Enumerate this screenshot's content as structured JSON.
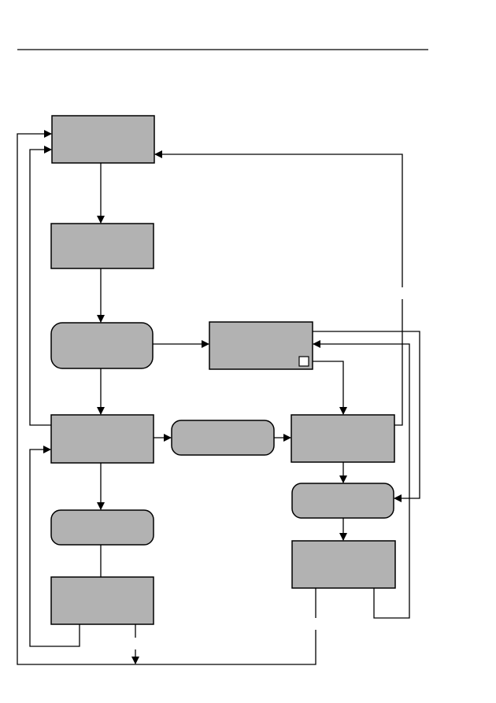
{
  "diagram": {
    "colors": {
      "box_fill": "#b2b2b2",
      "stroke": "#000000",
      "background": "#ffffff"
    },
    "nodes": [
      {
        "id": "box-1",
        "shape": "rect",
        "label": ""
      },
      {
        "id": "box-2",
        "shape": "rect",
        "label": ""
      },
      {
        "id": "box-3",
        "shape": "rounded",
        "label": ""
      },
      {
        "id": "box-4",
        "shape": "rect",
        "label": "",
        "has_checkbox": true
      },
      {
        "id": "box-5",
        "shape": "rect",
        "label": ""
      },
      {
        "id": "box-6",
        "shape": "rounded",
        "label": ""
      },
      {
        "id": "box-7",
        "shape": "rect",
        "label": ""
      },
      {
        "id": "box-8",
        "shape": "rounded",
        "label": ""
      },
      {
        "id": "box-9",
        "shape": "rounded",
        "label": ""
      },
      {
        "id": "box-10",
        "shape": "rect",
        "label": ""
      },
      {
        "id": "box-11",
        "shape": "rect",
        "label": ""
      }
    ],
    "connectors": [
      {
        "from": "box-1",
        "to": "box-2"
      },
      {
        "from": "box-2",
        "to": "box-3"
      },
      {
        "from": "box-3",
        "to": "box-4"
      },
      {
        "from": "box-3",
        "to": "box-5"
      },
      {
        "from": "box-5",
        "to": "box-6"
      },
      {
        "from": "box-6",
        "to": "box-7"
      },
      {
        "from": "box-4",
        "to": "box-7"
      },
      {
        "from": "box-7",
        "to": "box-9"
      },
      {
        "from": "box-9",
        "to": "box-10"
      },
      {
        "from": "box-5",
        "to": "box-8"
      },
      {
        "from": "box-8",
        "to": "box-11"
      },
      {
        "from": "box-7",
        "to": "box-1"
      },
      {
        "from": "box-5",
        "to": "box-1"
      },
      {
        "from": "box-10",
        "to": "box-1"
      },
      {
        "from": "box-11",
        "to": "box-5"
      },
      {
        "from": "box-10",
        "to": "box-4"
      },
      {
        "from": "box-4",
        "to": "box-9"
      }
    ]
  }
}
